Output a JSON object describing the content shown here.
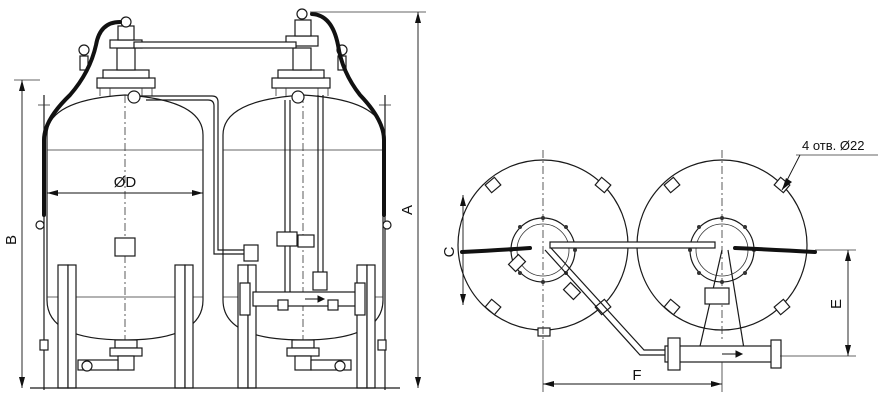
{
  "labels": {
    "diameter": "ØD",
    "dim_a": "A",
    "dim_b": "B",
    "dim_c": "C",
    "dim_e": "E",
    "dim_f": "F",
    "holes_note": "4 отв. Ø22"
  },
  "colors": {
    "line": "#1a1a1a",
    "hose": "#111111",
    "background": "#ffffff"
  }
}
